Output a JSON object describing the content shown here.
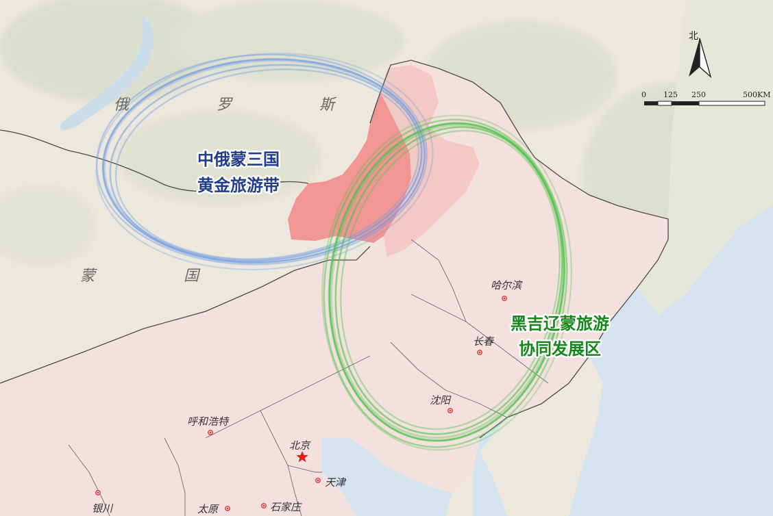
{
  "map": {
    "colors": {
      "land": "#ece8dd",
      "china_land": "#f4e1df",
      "sea": "#d5e3ee",
      "terrain": "#cfd7c4",
      "boundary": "#4a4a4a",
      "highlight_region": "#f28d8d",
      "ring_blue": "#6f9ce3",
      "ring_green": "#4cc24a",
      "label_blue": "#1f3d8a",
      "label_green": "#16861a"
    },
    "north_arrow": {
      "label": "北"
    },
    "scale_bar": {
      "ticks": [
        "0",
        "125",
        "250",
        "500KM"
      ]
    },
    "country_labels": [
      {
        "id": "russia-char-1",
        "text": "俄"
      },
      {
        "id": "russia-char-2",
        "text": "罗"
      },
      {
        "id": "russia-char-3",
        "text": "斯"
      },
      {
        "id": "mongolia-char-1",
        "text": "蒙"
      },
      {
        "id": "mongolia-char-2",
        "text": "国"
      }
    ],
    "zones": [
      {
        "id": "blue-zone",
        "lines": [
          "中俄蒙三国",
          "黄金旅游带"
        ]
      },
      {
        "id": "green-zone",
        "lines": [
          "黑吉辽蒙旅游",
          "协同发展区"
        ]
      }
    ],
    "cities": [
      {
        "id": "harbin",
        "name": "哈尔滨",
        "capital": false
      },
      {
        "id": "changchun",
        "name": "长春",
        "capital": false
      },
      {
        "id": "shenyang",
        "name": "沈阳",
        "capital": false
      },
      {
        "id": "hohhot",
        "name": "呼和浩特",
        "capital": false
      },
      {
        "id": "beijing",
        "name": "北京",
        "capital": true
      },
      {
        "id": "tianjin",
        "name": "天津",
        "capital": false
      },
      {
        "id": "yinchuan",
        "name": "银川",
        "capital": false
      },
      {
        "id": "taiyuan",
        "name": "太原",
        "capital": false
      },
      {
        "id": "shijiazhuang",
        "name": "石家庄",
        "capital": false
      }
    ]
  }
}
